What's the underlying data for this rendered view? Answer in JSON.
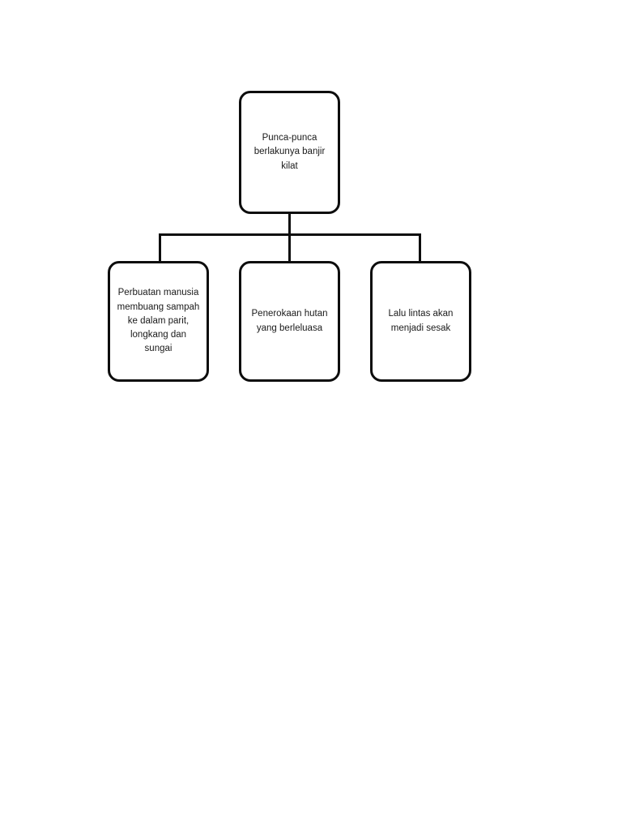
{
  "colors": {
    "border": "#0d0d0d",
    "text": "#1a1a1a",
    "background": "#ffffff"
  },
  "diagram": {
    "type": "org-chart",
    "root": {
      "label": "Punca-punca berlakunya banjir kilat"
    },
    "children": [
      {
        "label": "Perbuatan manusia membuang sampah ke dalam parit, longkang dan sungai"
      },
      {
        "label": "Penerokaan hutan yang berleluasa"
      },
      {
        "label": "Lalu lintas akan menjadi sesak"
      }
    ]
  }
}
